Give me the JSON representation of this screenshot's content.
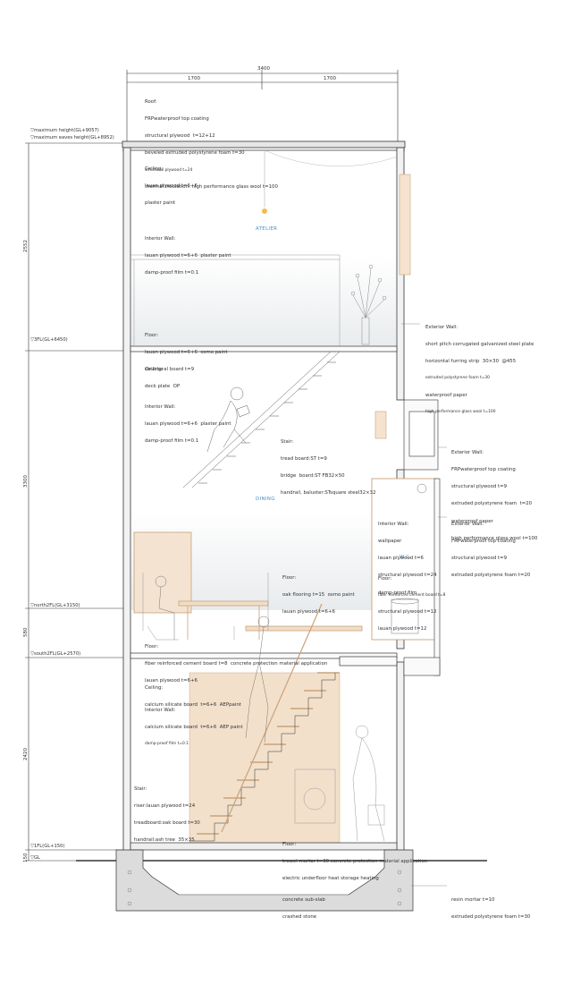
{
  "dimensions": {
    "total_width": "3400",
    "left_half": "1700",
    "right_half": "1700",
    "vertical": [
      "2552",
      "3300",
      "580",
      "2420",
      "150"
    ]
  },
  "levels": {
    "max_height": "▽maximum height(GL+9057)",
    "max_eaves": "▽maximum eaves height(GL+8952)",
    "fl3": "▽3FL(GL+6450)",
    "north2fl": "▽north2FL(GL+3150)",
    "south2fl": "▽south2FL(GL+2570)",
    "fl1": "▽1FL(GL+150)",
    "gl": "▽GL"
  },
  "rooms": {
    "atelier": "ATELIER",
    "dining": "DINING",
    "wc": "W.C."
  },
  "notes": {
    "roof": [
      "Roof:",
      "FRPwaterproof top coating",
      "structural plywood  t=12+12",
      "beveled extruded polystyrene foam t=30",
      "structural plywood t=24",
      "thermal insulation: high performance glass wool t=100"
    ],
    "ceiling3": [
      "Ceiling:",
      "lauan plywood t=6+6",
      "plaster paint"
    ],
    "wall3": [
      "Interior Wall:",
      "lauan plywood t=6+6  plaster paint",
      "damp-proof film t=0.1"
    ],
    "floor3": [
      "Floor:",
      "lauan plywood t=6+6  osmo paint",
      "structural board t=9"
    ],
    "ceiling2": [
      "Ceiling:",
      "deck plate  OP"
    ],
    "wall2": [
      "Interior Wall:",
      "lauan plywood t=6+6  plaster paint",
      "damp-proof film t=0.1"
    ],
    "stair2": [
      "Stair:",
      "tread board:ST t=9",
      "bridge  board:ST FB32×50",
      "handrail, baluster:STsquare steel32×32"
    ],
    "ext_wall_upper": [
      "Exterior Wall:",
      "short pitch corrugated galvanized steel plate",
      "horizontal furring strip  30×30  @455",
      "extruded polystyrene foam t=30",
      "waterproof paper",
      "high performance glass wool t=100"
    ],
    "ext_wall_mid": [
      "Exterior Wall:",
      "FRPwaterproof top coating",
      "structural plywood t=9",
      "extruded polystyrene foam  t=20",
      "waterproof paper",
      "high performance glass wool t=100"
    ],
    "wc_interior": [
      "Interior Wall:",
      "wallpaper",
      "lauan plywood t=6",
      "structural plywood t=24",
      "damp-proof film"
    ],
    "ext_wall_wc": [
      "Exterior Wall:",
      "FRPwaterproof top coating",
      "structural plywood t=9",
      "extruded polystyrene foam t=20"
    ],
    "floor_dining": [
      "Floor:",
      "oak flooring t=15  osmo paint",
      "lauan plywood t=6+6"
    ],
    "floor_wc": [
      "Floor:",
      "fiber reinforced cement board t=8",
      "structural plywood t=12",
      "lauan plywood t=12"
    ],
    "floor_south2": [
      "Floor:",
      "fiber reinforced cement board t=8  concrete protection material application",
      "lauan plywood t=6+6"
    ],
    "ceiling1": [
      "Ceiling:",
      "calcium silicate board  t=6+6  AEPpaint"
    ],
    "wall1": [
      "Interior Wall:",
      "calcium silicate board  t=6+6  AEP paint",
      "damp-proof film t=0.1"
    ],
    "stair1": [
      "Stair:",
      "riser:lauan plywood t=24",
      "treadboard:oak board t=30",
      "handrail:ash tree  35×35"
    ],
    "floor1": [
      "Floor:",
      "trowel mortar t=30 concrete protection material application",
      "electric underfloor heat storage heating"
    ],
    "foundation": [
      "concrete sub-slab",
      "crashed stone"
    ],
    "foundation_side": [
      "resin mortar t=10",
      "extruded polystyrene foam t=30"
    ]
  },
  "colors": {
    "wood": "#f1ddc6",
    "wood_edge": "#c9a27a",
    "concrete": "#d6d6d6",
    "line": "#333333",
    "light_blue": "#4a90c8",
    "lamp": "#f5a623"
  }
}
